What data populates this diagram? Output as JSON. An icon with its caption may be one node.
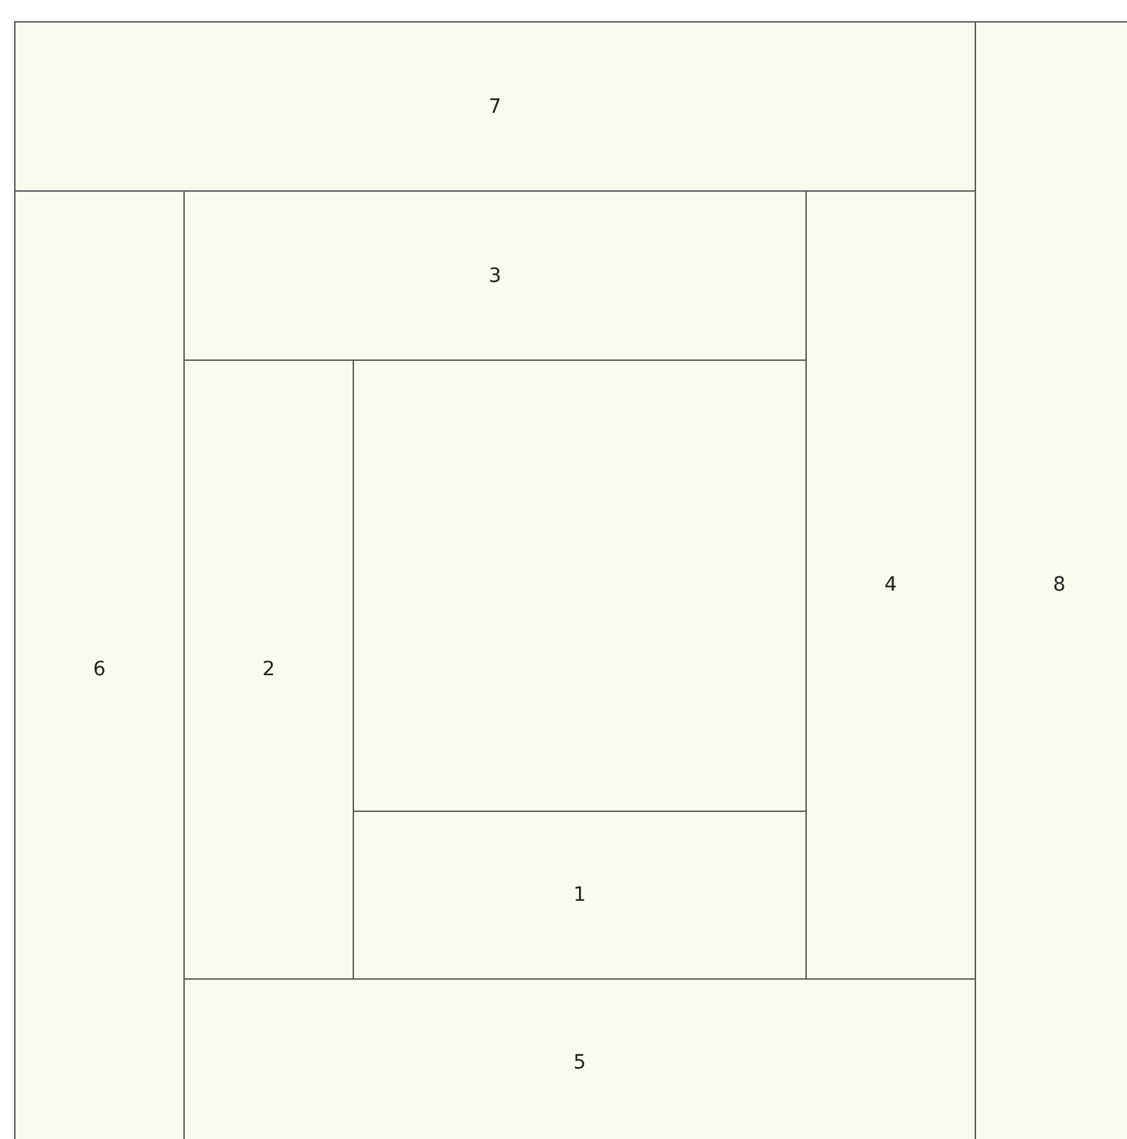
{
  "diagram": {
    "nodes": [
      {
        "text": [
          "7"
        ]
      },
      {
        "text": [
          "8"
        ]
      },
      {
        "text": [
          "6"
        ]
      },
      {
        "text": [
          "3"
        ]
      },
      {
        "text": [
          "4"
        ]
      },
      {
        "text": [
          "2"
        ]
      },
      {
        "text": [],
        "shape": "box"
      },
      {
        "text": [
          "1"
        ]
      },
      {
        "text": [
          "5"
        ]
      }
    ]
  }
}
